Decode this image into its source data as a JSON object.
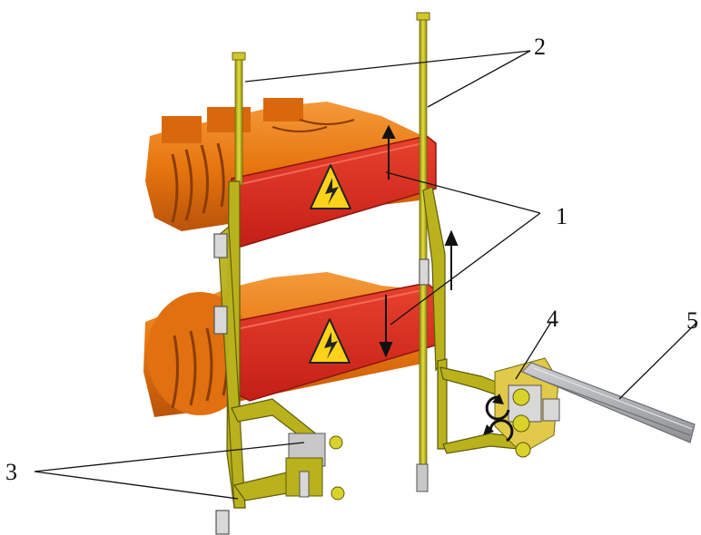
{
  "callouts": [
    {
      "id": "1",
      "label": "1"
    },
    {
      "id": "2",
      "label": "2"
    },
    {
      "id": "3",
      "label": "3"
    },
    {
      "id": "4",
      "label": "4"
    },
    {
      "id": "5",
      "label": "5"
    }
  ],
  "colors": {
    "shutter_red": "#d8261e",
    "insulator_orange": "#e8760f",
    "linkage_olive": "#b9b21c",
    "rod_yellow": "#d9d22a",
    "warning_yellow": "#ffd21a",
    "rail_gray": "#a7a9ad"
  },
  "icons": [
    "high-voltage-warning-icon",
    "direction-arrow-icon",
    "rotation-arrow-icon"
  ]
}
